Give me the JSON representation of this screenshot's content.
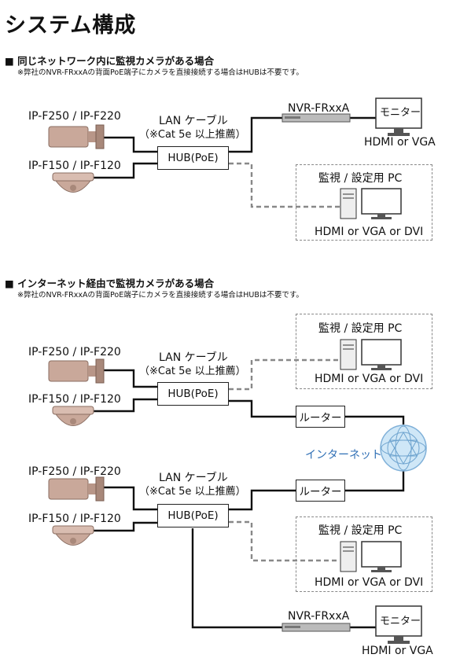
{
  "title": "システム構成",
  "section1": {
    "heading": "■ 同じネットワーク内に監視カメラがある場合",
    "note": "※弊社のNVR-FRxxAの背面PoE端子にカメラを直接接続する場合はHUBは不要です。",
    "camera_bullet_label": "IP-F250 / IP-F220",
    "camera_dome_label": "IP-F150 / IP-F120",
    "lan_label": "LAN ケーブル",
    "lan_sub": "（※Cat 5e 以上推薦）",
    "hub": "HUB(PoE)",
    "nvr": "NVR-FRxxA",
    "monitor": "モニター",
    "monitor_out": "HDMI or VGA",
    "pc_title": "監視 / 設定用 PC",
    "pc_out": "HDMI or VGA or DVI"
  },
  "section2": {
    "heading": "■ インターネット経由で監視カメラがある場合",
    "note": "※弊社のNVR-FRxxAの背面PoE端子にカメラを直接接続する場合はHUBは不要です。",
    "camera_bullet_label": "IP-F250 / IP-F220",
    "camera_dome_label": "IP-F150 / IP-F120",
    "lan_label": "LAN ケーブル",
    "lan_sub": "（※Cat 5e 以上推薦）",
    "hub": "HUB(PoE)",
    "router": "ルーター",
    "internet": "インターネット",
    "pc_title": "監視 / 設定用 PC",
    "pc_out": "HDMI or VGA or DVI",
    "nvr": "NVR-FRxxA",
    "monitor": "モニター",
    "monitor_out": "HDMI or VGA"
  },
  "colors": {
    "line": "#111111",
    "dash": "#888888",
    "camera": "#c9a89a",
    "internet_text": "#2f6fb5",
    "globe": "#bfe0f5"
  },
  "icons": [
    "bullet-camera-icon",
    "dome-camera-icon",
    "nvr-recorder-icon",
    "monitor-icon",
    "desktop-pc-icon",
    "globe-icon"
  ]
}
